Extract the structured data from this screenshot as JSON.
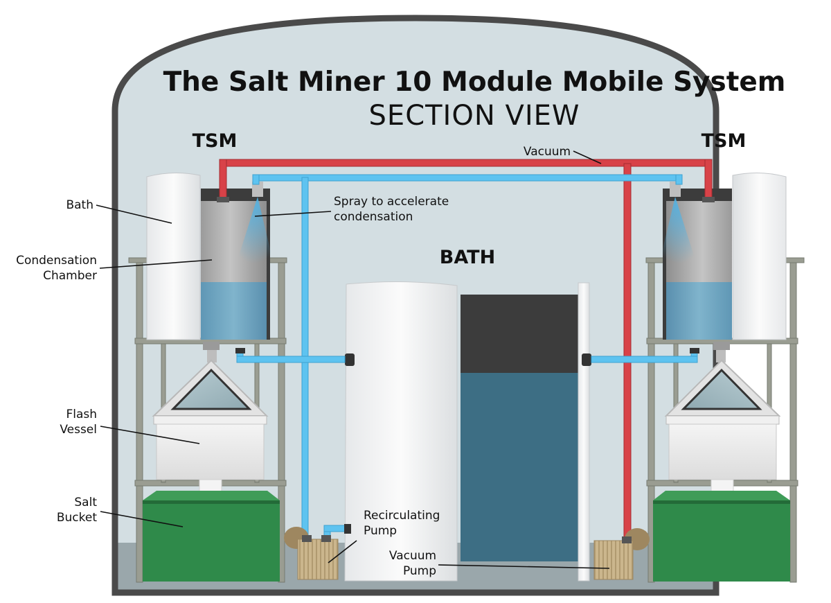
{
  "title": "The Salt Miner 10 Module Mobile System",
  "subtitle": "SECTION VIEW",
  "headings": {
    "tsm_left": "TSM",
    "tsm_right": "TSM",
    "bath": "BATH"
  },
  "labels": {
    "bath": "Bath",
    "condensation_1": "Condensation",
    "condensation_2": "Chamber",
    "flash_1": "Flash",
    "flash_2": "Vessel",
    "salt_1": "Salt",
    "salt_2": "Bucket",
    "vacuum": "Vacuum",
    "spray_1": "Spray to accelerate",
    "spray_2": "condensation",
    "recirc_1": "Recirculating",
    "recirc_2": "Pump",
    "vacpump_1": "Vacuum",
    "vacpump_2": "Pump"
  },
  "colors": {
    "background": "#d3dee2",
    "floor": "#9aa7ab",
    "outline": "#4a4a4a",
    "vacuum_pipe": "#d84248",
    "water_pipe": "#5ec3f0",
    "water": "#6aa3c0",
    "bath_water": "#3d6e84",
    "bucket": "#2f8a4a",
    "pump": "#c8b48a"
  }
}
